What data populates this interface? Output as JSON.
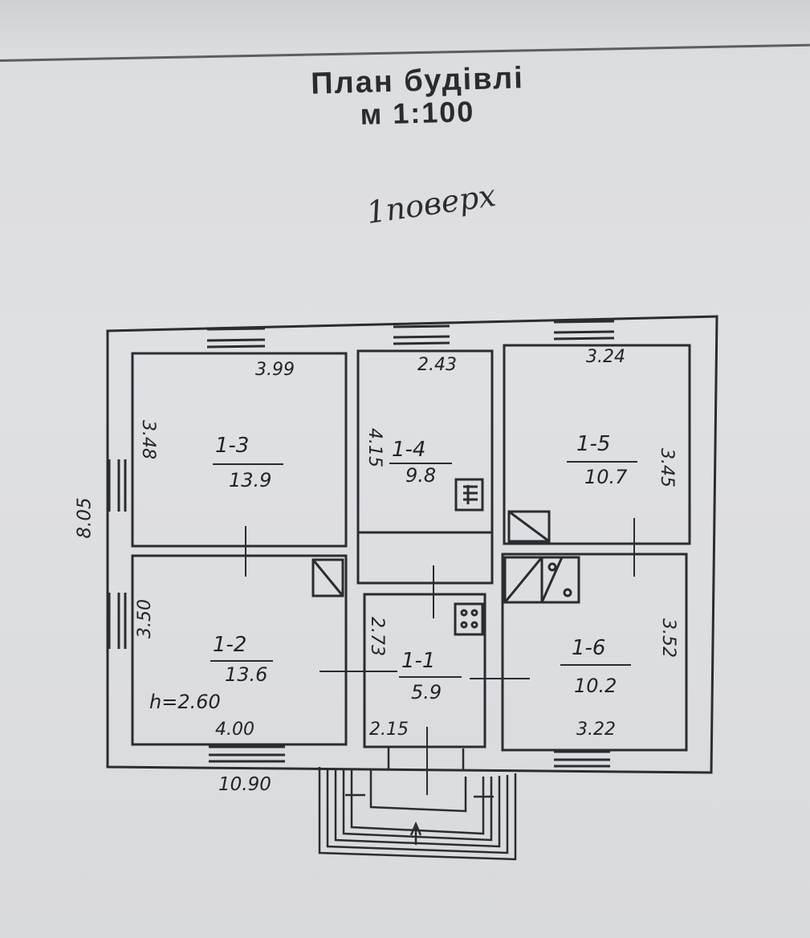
{
  "title": {
    "line1": "План будівлі",
    "line2": "м 1:100"
  },
  "floor_label": "1поверх",
  "overall": {
    "width": "10.90",
    "depth": "8.05",
    "height": "h=2.60"
  },
  "rooms": [
    {
      "id": "1-3",
      "area": "13.9",
      "width": "3.99",
      "length": "3.48"
    },
    {
      "id": "1-4",
      "area": "9.8",
      "width": "2.43",
      "length": "4.15"
    },
    {
      "id": "1-5",
      "area": "10.7",
      "width": "3.24",
      "length": "3.45"
    },
    {
      "id": "1-2",
      "area": "13.6",
      "width": "4.00",
      "length": "3.50"
    },
    {
      "id": "1-1",
      "area": "5.9",
      "width": "2.15",
      "length": "2.73"
    },
    {
      "id": "1-6",
      "area": "10.2",
      "width": "3.22",
      "length": "3.52"
    }
  ],
  "colors": {
    "line": "#2b2c30",
    "paper": "#dfe0e3"
  }
}
